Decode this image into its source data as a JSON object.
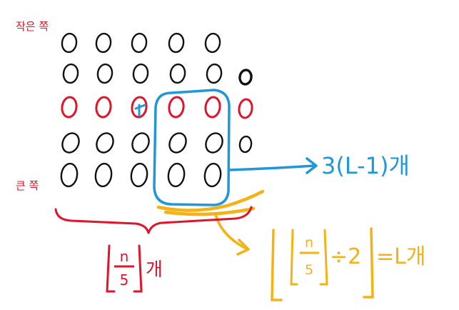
{
  "labels": {
    "small_side": "작은 쪽",
    "large_side": "큰 쪽",
    "box_count": "3(L-1)개",
    "floor_num": "n",
    "floor_den": "5",
    "floor_suffix": "개",
    "half_num": "n",
    "half_den": "5",
    "half_op": "÷2",
    "half_eq": "=L개"
  },
  "colors": {
    "ink": "#111111",
    "red": "#e0142a",
    "blue": "#1e98d8",
    "yellow": "#f5b214",
    "background": "#ffffff"
  },
  "grid": {
    "rows": 5,
    "columns": 5,
    "highlighted_row": 3,
    "extra_column_items": 3
  }
}
